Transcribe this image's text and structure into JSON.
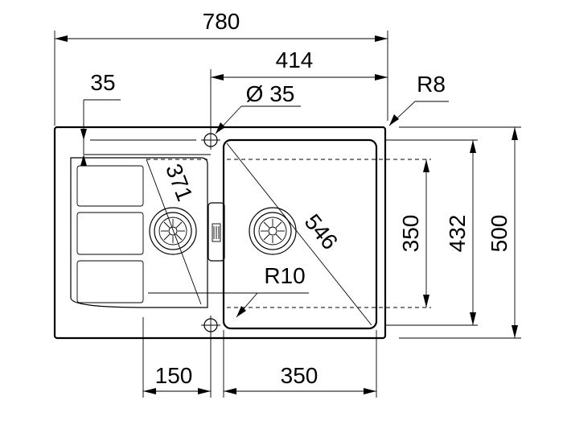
{
  "drawing": {
    "colors": {
      "line": "#000000",
      "background": "#ffffff"
    },
    "dimensions": {
      "overall_width": "780",
      "bowl_offset_width": "414",
      "drain_offset": "35",
      "tap_hole": "Ø 35",
      "corner_radius_outer": "R8",
      "drainer_diagonal": "371",
      "bowl_diagonal": "546",
      "bowl_corner_radius": "R10",
      "bowl_depth_350": "350",
      "inner_depth": "432",
      "overall_depth": "500",
      "drainer_width": "150",
      "bowl_width": "350"
    },
    "icons": [
      "waste-strainer",
      "overflow-slot",
      "tap-hole-mark"
    ]
  }
}
